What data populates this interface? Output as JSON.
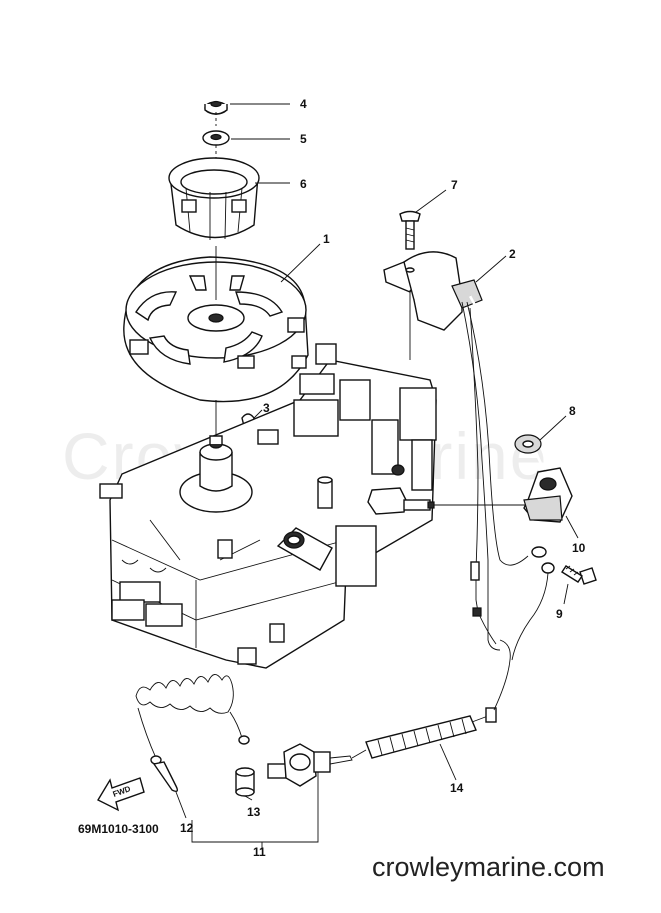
{
  "diagram": {
    "drawing_number": "69M1010-3100",
    "watermark": "Crowley Marine",
    "footer": "crowleymarine.com",
    "fwd_label": "FWD",
    "callouts": [
      {
        "id": "1",
        "label": "1"
      },
      {
        "id": "2",
        "label": "2"
      },
      {
        "id": "3",
        "label": "3"
      },
      {
        "id": "4",
        "label": "4"
      },
      {
        "id": "5",
        "label": "5"
      },
      {
        "id": "6",
        "label": "6"
      },
      {
        "id": "7",
        "label": "7"
      },
      {
        "id": "8",
        "label": "8"
      },
      {
        "id": "9",
        "label": "9"
      },
      {
        "id": "10",
        "label": "10"
      },
      {
        "id": "11",
        "label": "11"
      },
      {
        "id": "12",
        "label": "12"
      },
      {
        "id": "13",
        "label": "13"
      },
      {
        "id": "14",
        "label": "14"
      }
    ]
  }
}
